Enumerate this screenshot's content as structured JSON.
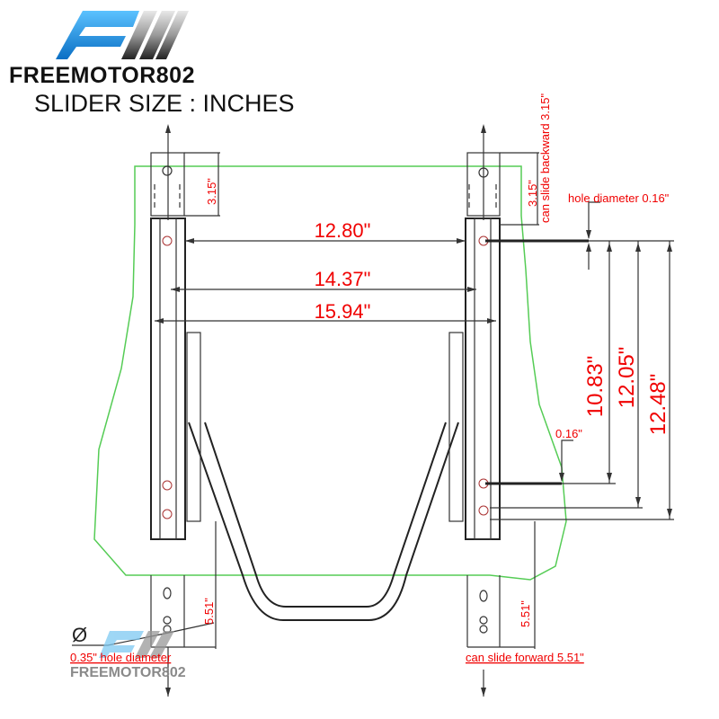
{
  "header": {
    "logo_icon": "fm-stripes-logo",
    "brand": "FREEMOTOR802",
    "subtitle": "SLIDER SIZE : INCHES"
  },
  "dimensions": {
    "width_inner": "12.80\"",
    "width_mid": "14.37\"",
    "width_outer": "15.94\"",
    "rear_slide": "3.15\"",
    "rear_slide_note": "can slide backward 3.15\"",
    "hole_top": "hole diameter 0.16\"",
    "hole_small": "0.16\"",
    "len_1": "10.83\"",
    "len_2": "12.05\"",
    "len_3": "12.48\"",
    "front_slide_left": "5.51\"",
    "front_slide_right": "5.51\"",
    "hole_large": "0.35\" hole diameter",
    "front_slide_note": "can slide forward 5.51\"",
    "diameter_symbol": "Ø"
  },
  "watermark": "FREEMOTOR802",
  "colors": {
    "accent": "#f00000",
    "outline": "#55cc55",
    "logo_blue": "#1a8fe0"
  }
}
